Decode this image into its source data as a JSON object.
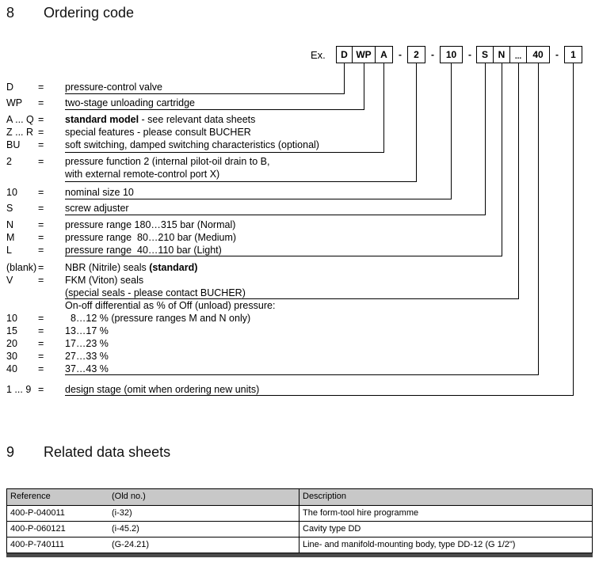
{
  "colors": {
    "table_header_bg": "#c8c8c8",
    "line_color": "#000000"
  },
  "section8": {
    "number": "8",
    "title": "Ordering code",
    "example_label": "Ex.",
    "boxes": [
      "D",
      "WP",
      "A",
      "-",
      "2",
      "-",
      "10",
      "-",
      "S",
      "N",
      "...",
      "40",
      "-",
      "1"
    ],
    "rows": [
      {
        "code": "D",
        "eq": "=",
        "pre": "pressure-control valve"
      },
      {
        "code": "WP",
        "eq": "=",
        "pre": "two-stage unloading cartridge"
      },
      {
        "code": "A ... Q",
        "eq": "=",
        "pre": "",
        "bold": "standard model",
        "post": " - see relevant data sheets"
      },
      {
        "code": "Z ... R",
        "eq": "=",
        "pre": "special features - please consult BUCHER"
      },
      {
        "code": "BU",
        "eq": "=",
        "pre": "soft switching, damped switching characteristics (optional)"
      },
      {
        "code": "2",
        "eq": "=",
        "pre": "pressure function 2 (internal pilot-oil drain to B,"
      },
      {
        "code": "",
        "eq": "",
        "pre": "with external remote-control port X)"
      },
      {
        "code": "10",
        "eq": "=",
        "pre": "nominal size 10"
      },
      {
        "code": "S",
        "eq": "=",
        "pre": "screw adjuster"
      },
      {
        "code": "N",
        "eq": "=",
        "pre": "pressure range 180…315 bar (Normal)"
      },
      {
        "code": "M",
        "eq": "=",
        "pre": "pressure range  80…210 bar (Medium)"
      },
      {
        "code": "L",
        "eq": "=",
        "pre": "pressure range  40…110 bar (Light)"
      },
      {
        "code": "(blank)",
        "eq": "=",
        "pre": "NBR (Nitrile) seals ",
        "bold": "(standard)"
      },
      {
        "code": "V",
        "eq": "=",
        "pre": "FKM (Viton) seals"
      },
      {
        "code": "",
        "eq": "",
        "pre": "(special seals - please contact BUCHER)"
      },
      {
        "code": "",
        "eq": "",
        "pre": "On-off differential as % of Off (unload) pressure:"
      },
      {
        "code": "10",
        "eq": "=",
        "pre": "  8…12 % (pressure ranges M and N only)"
      },
      {
        "code": "15",
        "eq": "=",
        "pre": "13…17 %"
      },
      {
        "code": "20",
        "eq": "=",
        "pre": "17…23 %"
      },
      {
        "code": "30",
        "eq": "=",
        "pre": "27…33 %"
      },
      {
        "code": "40",
        "eq": "=",
        "pre": "37…43 %"
      },
      {
        "code": "1 ... 9",
        "eq": "=",
        "pre": "design stage (omit when ordering new units)"
      }
    ]
  },
  "section9": {
    "number": "9",
    "title": "Related data sheets",
    "table": {
      "headers": [
        "Reference",
        "(Old no.)",
        "Description"
      ],
      "rows": [
        [
          "400-P-040011",
          "(i-32)",
          "The form-tool hire programme"
        ],
        [
          "400-P-060121",
          "(i-45.2)",
          "Cavity type DD"
        ],
        [
          "400-P-740111",
          "(G-24.21)",
          "Line- and manifold-mounting body, type DD-12 (G 1/2\")"
        ]
      ]
    }
  }
}
